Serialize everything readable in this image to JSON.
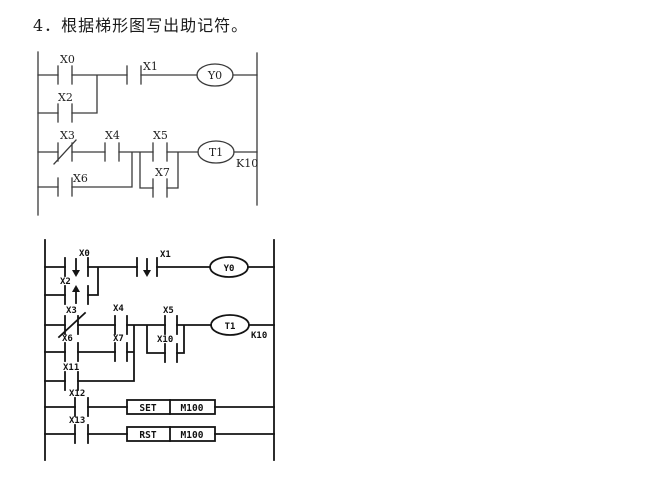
{
  "title": "4．根据梯形图写出助记符。",
  "colors": {
    "ink": "#1a1a1a",
    "background": "#ffffff"
  },
  "diagram1": {
    "rung1": {
      "contact_x0": "X0",
      "contact_x2": "X2",
      "contact_x1": "X1",
      "coil": "Y0"
    },
    "rung2": {
      "contact_x3": "X3",
      "contact_x4": "X4",
      "contact_x6": "X6",
      "contact_x5": "X5",
      "contact_x7": "X7",
      "coil": "T1",
      "preset": "K10"
    }
  },
  "diagram2": {
    "rung1": {
      "contact_x0": "X0",
      "contact_x2": "X2",
      "contact_x1": "X1",
      "coil": "Y0"
    },
    "rung2": {
      "contact_x3": "X3",
      "contact_x4": "X4",
      "contact_x6": "X6",
      "contact_x7": "X7",
      "contact_x11": "X11",
      "contact_x5": "X5",
      "contact_x10": "X10",
      "coil": "T1",
      "preset": "K10"
    },
    "rung3": {
      "contact_x12": "X12",
      "instruction": "SET",
      "operand": "M100"
    },
    "rung4": {
      "contact_x13": "X13",
      "instruction": "RST",
      "operand": "M100"
    }
  }
}
